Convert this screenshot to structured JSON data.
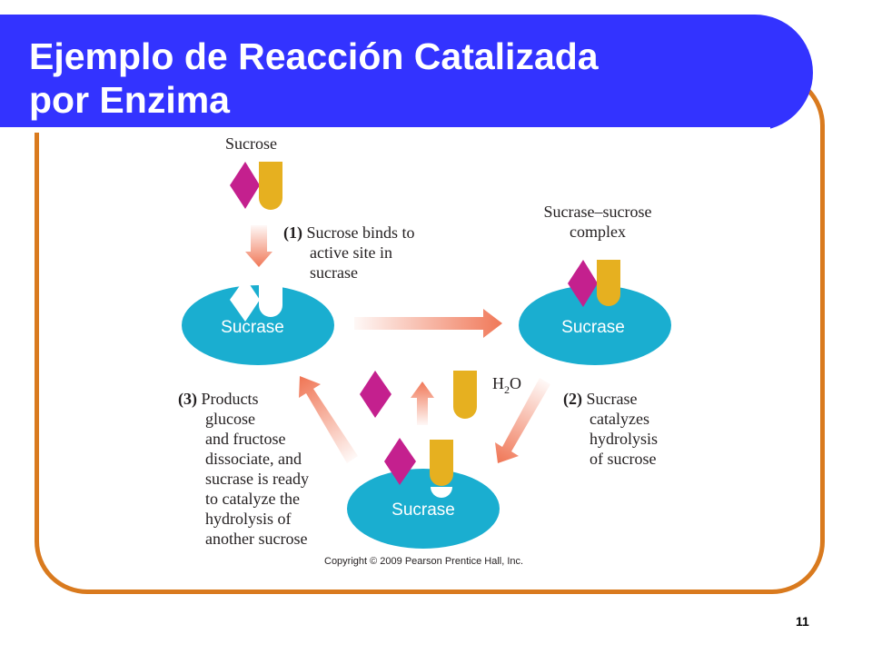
{
  "slide": {
    "title_lines": [
      "Ejemplo de Reacción Catalizada",
      "por Enzima"
    ],
    "page_number": "11",
    "copyright": "Copyright © 2009 Pearson Prentice Hall, Inc."
  },
  "diagram": {
    "substrate_label": "Sucrose",
    "enzyme_label": "Sucrase",
    "complex_label_lines": [
      "Sucrase–sucrose",
      "complex"
    ],
    "water_label": "H",
    "water_subscript": "2",
    "water_suffix": "O",
    "steps": [
      {
        "number": "(1)",
        "lines": [
          "Sucrose binds to",
          "active site in",
          "sucrase"
        ]
      },
      {
        "number": "(2)",
        "lines": [
          "Sucrase",
          "catalyzes",
          "hydrolysis",
          "of sucrose"
        ]
      },
      {
        "number": "(3)",
        "lines": [
          "Products",
          "glucose",
          "and fructose",
          "dissociate, and",
          "sucrase is ready",
          "to catalyze the",
          "hydrolysis of",
          "another sucrose"
        ]
      }
    ],
    "colors": {
      "enzyme": "#1aaed0",
      "glucose": "#c4208e",
      "fructose": "#e6b020",
      "arrow": "#f07858",
      "frame": "#d97a1e",
      "title_bar": "#3333ff"
    }
  }
}
